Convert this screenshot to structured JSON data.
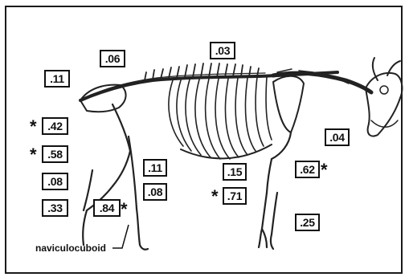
{
  "figure": {
    "labels": [
      {
        "id": "sacral",
        "value": ".06"
      },
      {
        "id": "pelvis-top",
        "value": ".11"
      },
      {
        "id": "vertebra",
        "value": ".03"
      },
      {
        "id": "ischium",
        "value": ".42"
      },
      {
        "id": "femur",
        "value": ".58"
      },
      {
        "id": "tibia",
        "value": ".08"
      },
      {
        "id": "calcaneus",
        "value": ".33"
      },
      {
        "id": "metatarsal",
        "value": ".84"
      },
      {
        "id": "radius",
        "value": ".11"
      },
      {
        "id": "carpal",
        "value": ".08"
      },
      {
        "id": "scapula",
        "value": ".04"
      },
      {
        "id": "humerus",
        "value": ".15"
      },
      {
        "id": "ulna",
        "value": ".62"
      },
      {
        "id": "metacarpal",
        "value": ".71"
      },
      {
        "id": "phalanx",
        "value": ".25"
      }
    ],
    "marker": "*",
    "annotation": "naviculocuboid"
  }
}
